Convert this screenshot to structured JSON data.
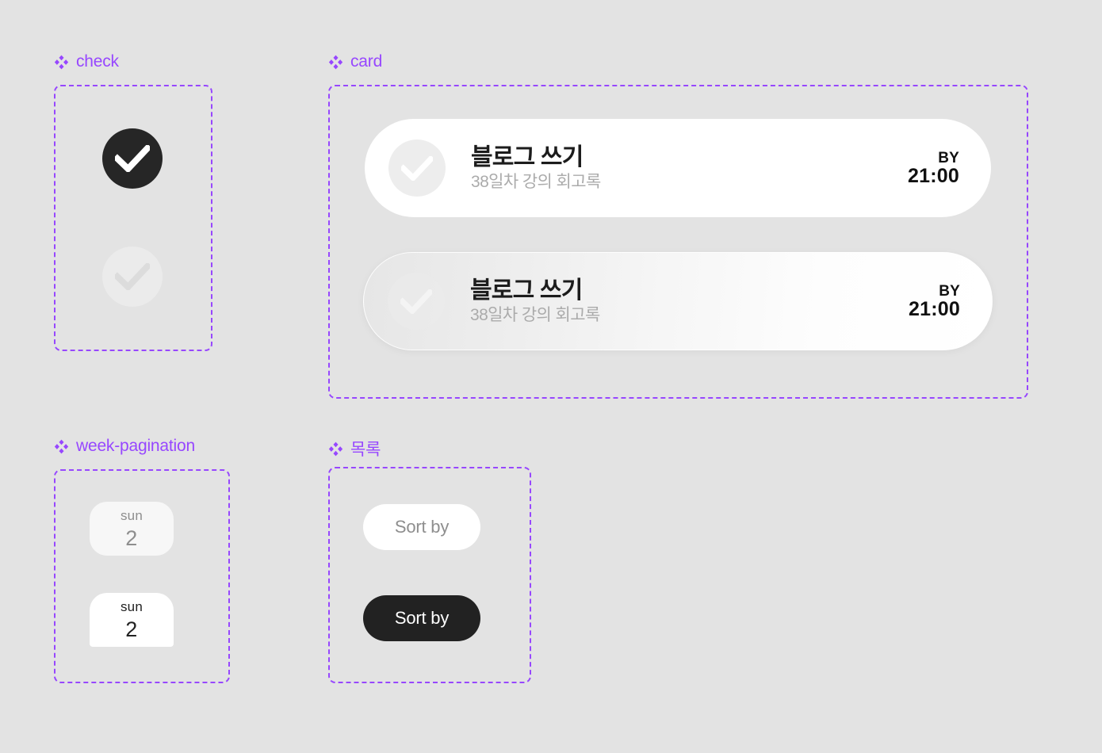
{
  "page": {
    "background": "#E3E3E3",
    "accent": "#9747FF"
  },
  "sections": [
    {
      "id": "check",
      "label": "check",
      "icon": "diamond-cluster-icon"
    },
    {
      "id": "card",
      "label": "card",
      "icon": "diamond-cluster-icon"
    },
    {
      "id": "week-pagination",
      "label": "week-pagination",
      "icon": "diamond-cluster-icon"
    },
    {
      "id": "list",
      "label": "목록",
      "icon": "diamond-cluster-icon"
    }
  ],
  "check": {
    "states": [
      {
        "name": "active",
        "circle_color": "#262626",
        "check_color": "#FFFFFF"
      },
      {
        "name": "inactive",
        "circle_color": "#EBEBEB",
        "check_color": "#DCDCDC"
      }
    ]
  },
  "card": {
    "items": [
      {
        "variant": "plain",
        "title": "블로그 쓰기",
        "subtitle": "38일차 강의 회고록",
        "by_label": "BY",
        "time": "21:00",
        "checked": false,
        "background": "#FFFFFF"
      },
      {
        "variant": "gradient",
        "title": "블로그 쓰기",
        "subtitle": "38일차 강의 회고록",
        "by_label": "BY",
        "time": "21:00",
        "checked": false,
        "background": "#E6E6E6 → #FFFFFF"
      }
    ]
  },
  "week_pagination": {
    "days": [
      {
        "state": "inactive",
        "dow": "sun",
        "date": "2"
      },
      {
        "state": "active",
        "dow": "sun",
        "date": "2"
      }
    ]
  },
  "list": {
    "buttons": [
      {
        "state": "default",
        "label": "Sort by",
        "background": "#FFFFFF",
        "text_color": "#8E8E8E"
      },
      {
        "state": "selected",
        "label": "Sort by",
        "background": "#222222",
        "text_color": "#FFFFFF"
      }
    ]
  }
}
